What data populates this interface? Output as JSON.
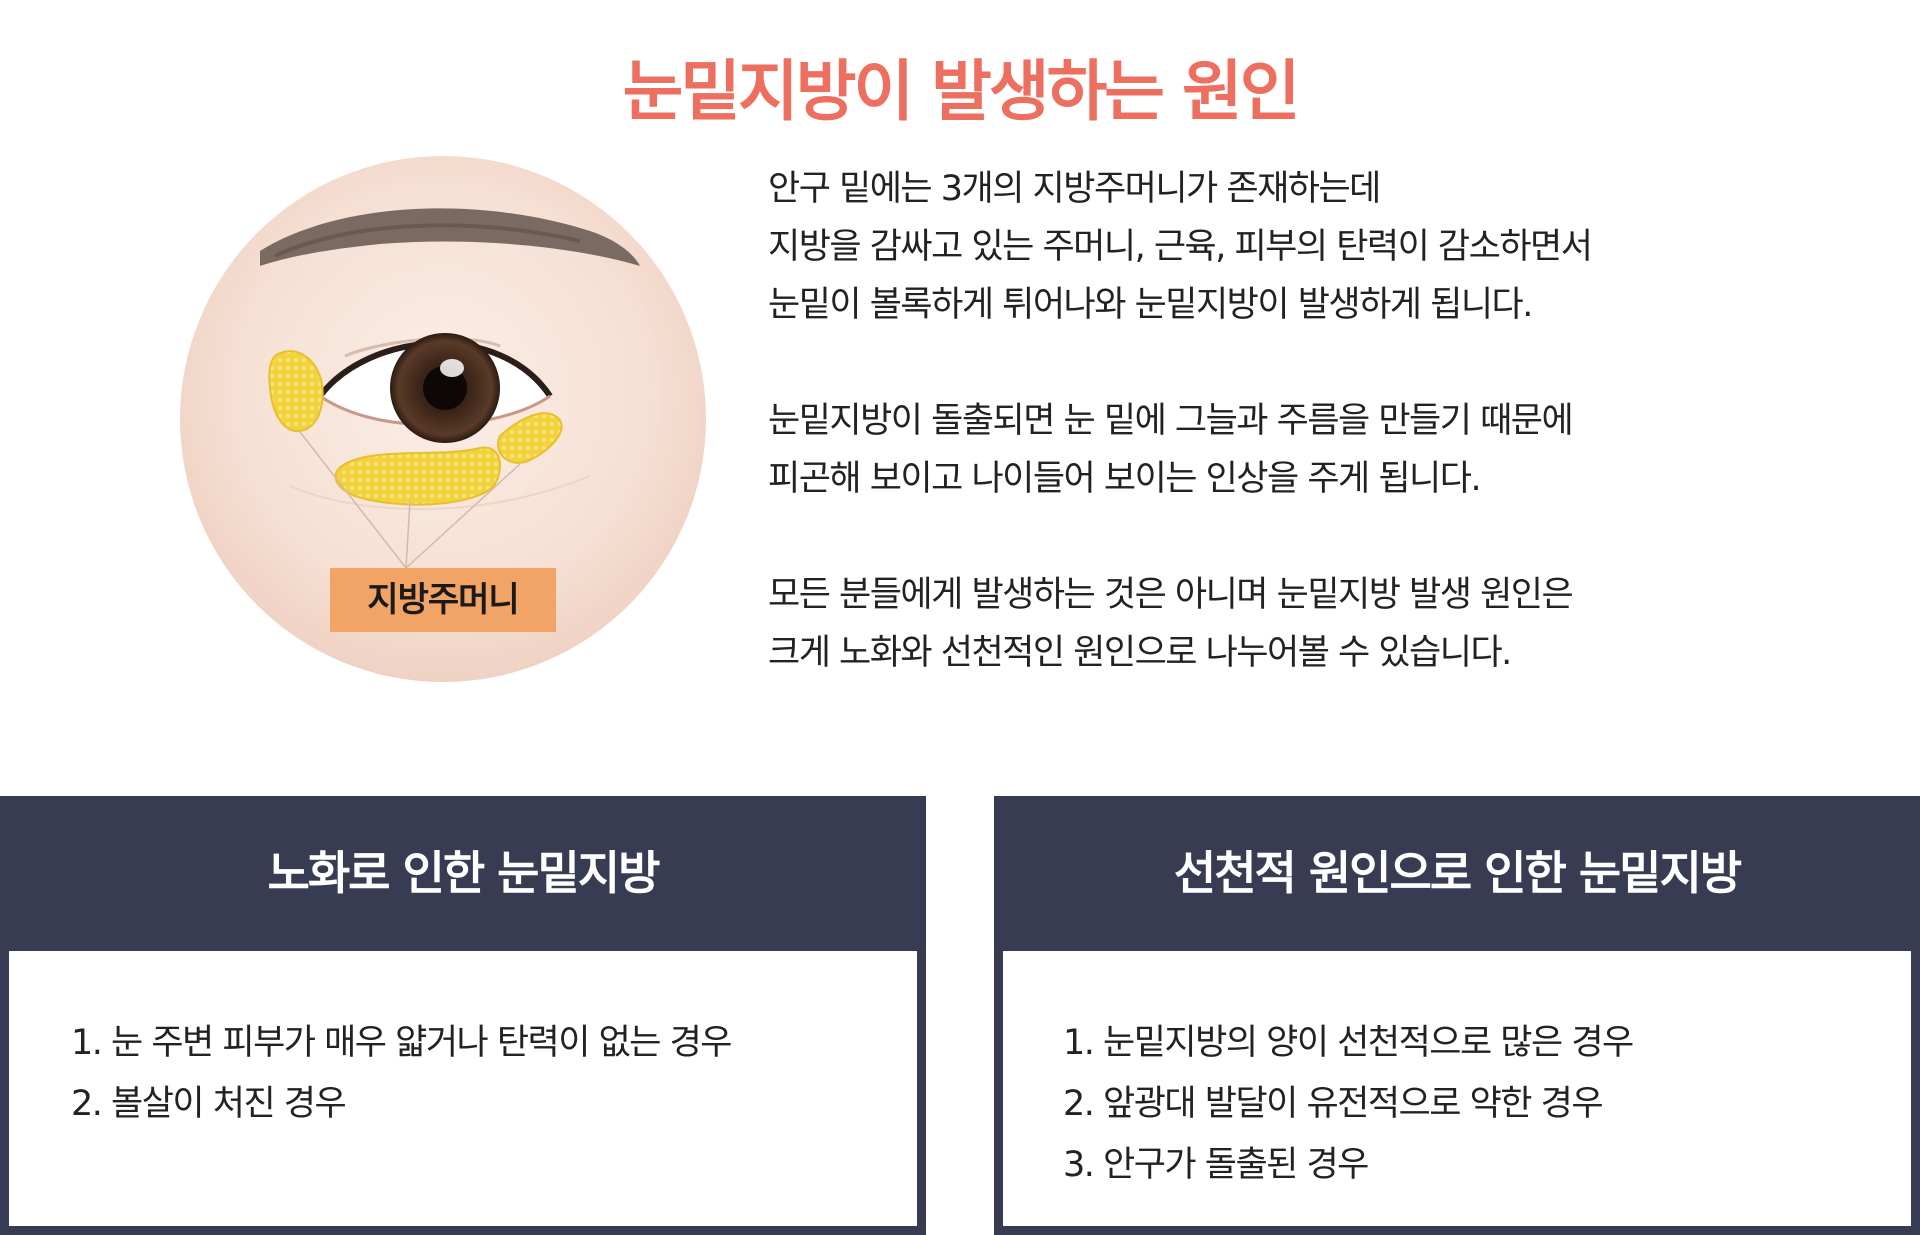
{
  "colors": {
    "title": "#ec6f60",
    "label_bg": "#f2a366",
    "card_border": "#373c52",
    "fat_yellow": "#f3d23c"
  },
  "title": "눈밑지방이 발생하는 원인",
  "figure": {
    "label": "지방주머니"
  },
  "description": {
    "paragraphs": [
      {
        "lines": [
          "안구 밑에는 3개의 지방주머니가 존재하는데",
          "지방을 감싸고 있는 주머니, 근육, 피부의 탄력이 감소하면서",
          "눈밑이 볼록하게 튀어나와 눈밑지방이 발생하게 됩니다."
        ]
      },
      {
        "lines": [
          "눈밑지방이 돌출되면 눈 밑에 그늘과 주름을 만들기 때문에",
          "피곤해 보이고 나이들어 보이는 인상을 주게 됩니다."
        ]
      },
      {
        "lines": [
          "모든 분들에게 발생하는 것은 아니며 눈밑지방 발생 원인은",
          "크게 노화와 선천적인 원인으로 나누어볼 수 있습니다."
        ]
      }
    ]
  },
  "cards": {
    "aging": {
      "title": "노화로 인한 눈밑지방",
      "items": [
        "1. 눈 주변 피부가 매우 얇거나 탄력이 없는 경우",
        "2. 볼살이 처진 경우"
      ]
    },
    "congenital": {
      "title": "선천적 원인으로 인한 눈밑지방",
      "items": [
        "1. 눈밑지방의 양이 선천적으로 많은 경우",
        "2. 앞광대 발달이 유전적으로 약한 경우",
        "3. 안구가 돌출된 경우"
      ]
    }
  }
}
